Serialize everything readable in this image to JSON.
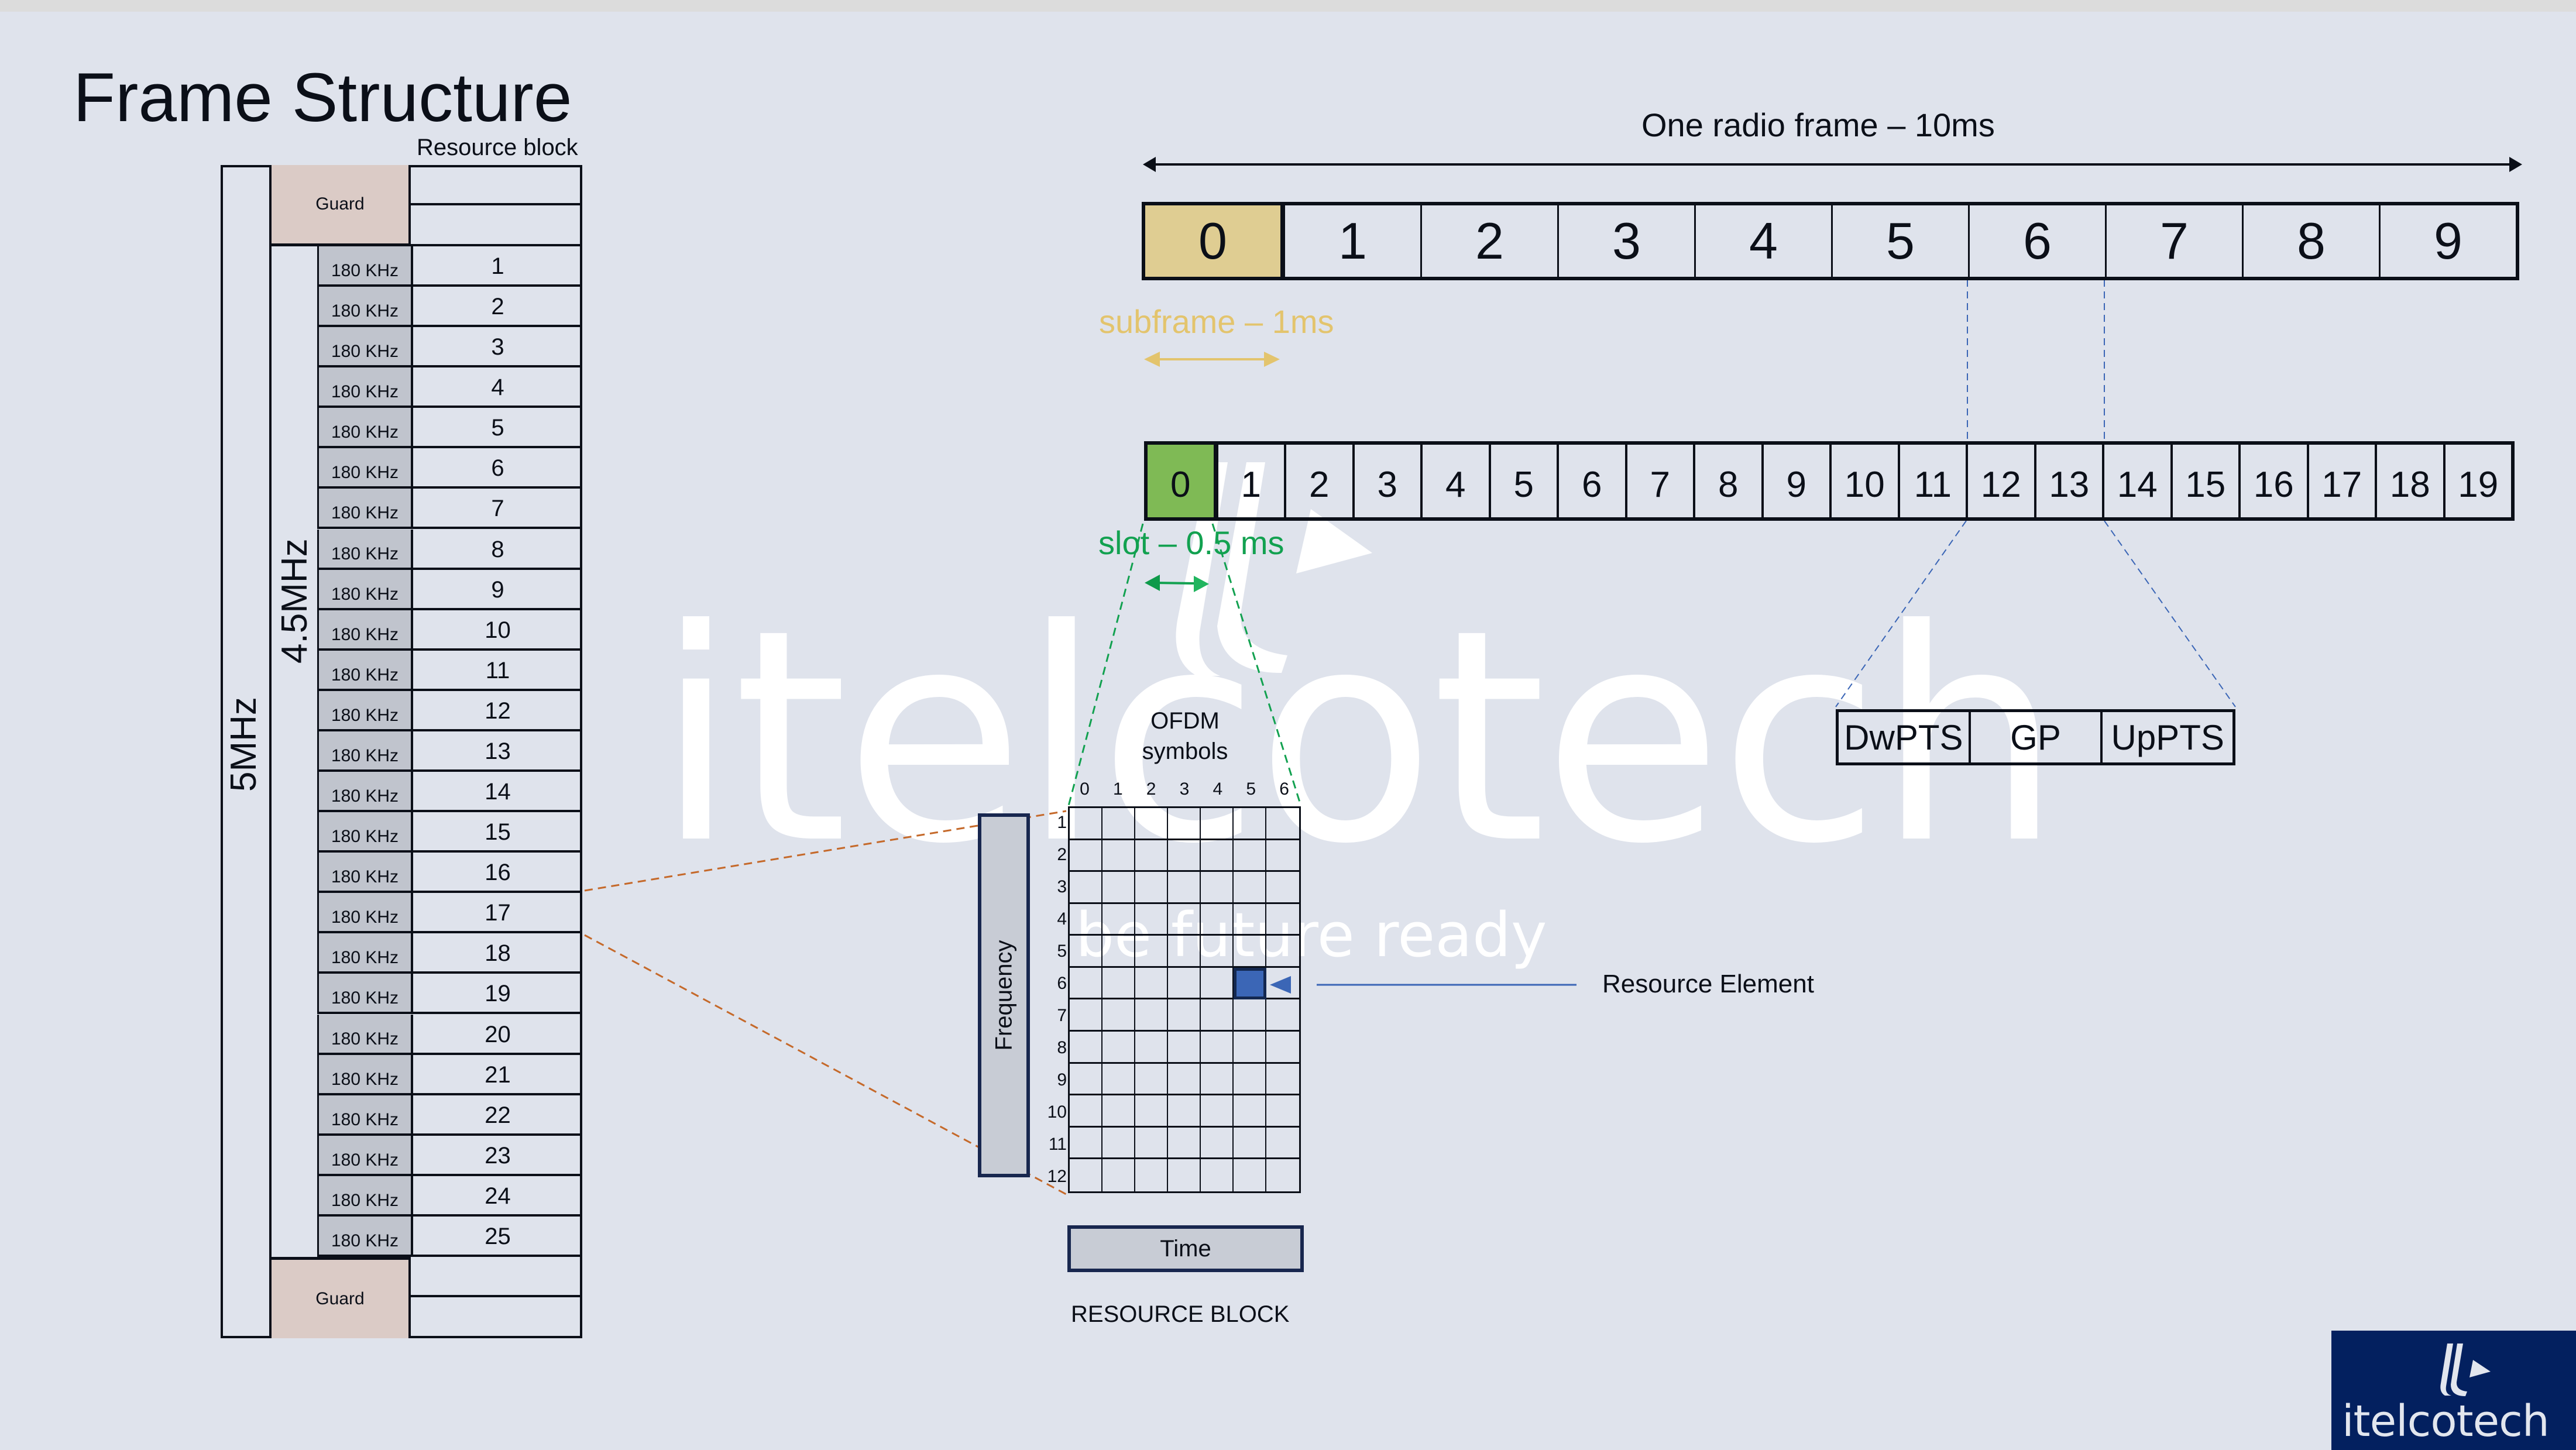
{
  "slide": {
    "title": "Frame Structure",
    "resource_block_label": "Resource block",
    "watermark": {
      "brand": "itelcotech",
      "tagline": "be future ready"
    },
    "logo": {
      "brand": "itelcotech",
      "icon": "itelcotech-mark-icon"
    }
  },
  "bandwidth_table": {
    "total_bandwidth": "5MHz",
    "usable_bandwidth": "4.5MHz",
    "guard_label": "Guard",
    "guard_top_label": "Guard",
    "guard_bottom_label": "Guard",
    "rb_bandwidth": "180 KHz",
    "resource_blocks": [
      {
        "bw": "180 KHz",
        "index": "1"
      },
      {
        "bw": "180 KHz",
        "index": "2"
      },
      {
        "bw": "180 KHz",
        "index": "3"
      },
      {
        "bw": "180 KHz",
        "index": "4"
      },
      {
        "bw": "180 KHz",
        "index": "5"
      },
      {
        "bw": "180 KHz",
        "index": "6"
      },
      {
        "bw": "180 KHz",
        "index": "7"
      },
      {
        "bw": "180 KHz",
        "index": "8"
      },
      {
        "bw": "180 KHz",
        "index": "9"
      },
      {
        "bw": "180 KHz",
        "index": "10"
      },
      {
        "bw": "180 KHz",
        "index": "11"
      },
      {
        "bw": "180 KHz",
        "index": "12"
      },
      {
        "bw": "180 KHz",
        "index": "13"
      },
      {
        "bw": "180 KHz",
        "index": "14"
      },
      {
        "bw": "180 KHz",
        "index": "15"
      },
      {
        "bw": "180 KHz",
        "index": "16"
      },
      {
        "bw": "180 KHz",
        "index": "17"
      },
      {
        "bw": "180 KHz",
        "index": "18"
      },
      {
        "bw": "180 KHz",
        "index": "19"
      },
      {
        "bw": "180 KHz",
        "index": "20"
      },
      {
        "bw": "180 KHz",
        "index": "21"
      },
      {
        "bw": "180 KHz",
        "index": "22"
      },
      {
        "bw": "180 KHz",
        "index": "23"
      },
      {
        "bw": "180 KHz",
        "index": "24"
      },
      {
        "bw": "180 KHz",
        "index": "25"
      }
    ]
  },
  "radio_frame": {
    "label": "One radio frame – 10ms",
    "subframes": [
      "0",
      "1",
      "2",
      "3",
      "4",
      "5",
      "6",
      "7",
      "8",
      "9"
    ],
    "highlighted_subframe": "0",
    "highlight_color": "#dfcd92"
  },
  "subframe": {
    "label": "subframe – 1ms",
    "color": "#e3c46d"
  },
  "slots": {
    "items": [
      "0",
      "1",
      "2",
      "3",
      "4",
      "5",
      "6",
      "7",
      "8",
      "9",
      "10",
      "11",
      "12",
      "13",
      "14",
      "15",
      "16",
      "17",
      "18",
      "19"
    ],
    "highlighted_slot": "0",
    "highlight_color": "#7fba55",
    "label": "slot – 0.5 ms",
    "label_color": "#12a150"
  },
  "special_subframe": {
    "fields": [
      "DwPTS",
      "GP",
      "UpPTS"
    ]
  },
  "resource_block": {
    "ofdm_label_line1": "OFDM",
    "ofdm_label_line2": "symbols",
    "symbol_columns": [
      "0",
      "1",
      "2",
      "3",
      "4",
      "5",
      "6"
    ],
    "subcarrier_rows": [
      "1",
      "2",
      "3",
      "4",
      "5",
      "6",
      "7",
      "8",
      "9",
      "10",
      "11",
      "12"
    ],
    "frequency_label": "Frequency",
    "time_label": "Time",
    "caption": "RESOURCE BLOCK",
    "selected_element": {
      "column": "5",
      "row": "6",
      "color": "#3b66b6"
    },
    "resource_element_label": "Resource Element"
  }
}
